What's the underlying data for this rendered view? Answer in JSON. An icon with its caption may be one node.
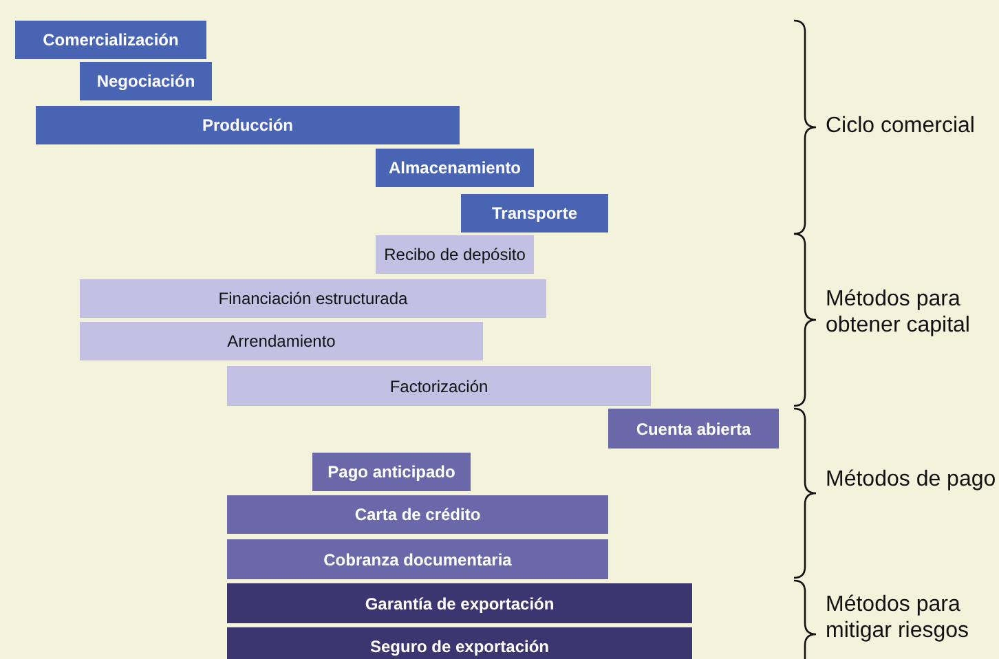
{
  "diagram": {
    "nodes": [
      {
        "text": [
          "Comercialización"
        ]
      },
      {
        "text": [
          "Negociación"
        ]
      },
      {
        "text": [
          "Producción"
        ]
      },
      {
        "text": [
          "Almacenamiento"
        ]
      },
      {
        "text": [
          "Transporte"
        ]
      },
      {
        "text": [
          "Recibo de depósito"
        ]
      },
      {
        "text": [
          "Financiación estructurada"
        ]
      },
      {
        "text": [
          "Arrendamiento"
        ]
      },
      {
        "text": [
          "Factorización"
        ]
      },
      {
        "text": [
          "Cuenta abierta"
        ]
      },
      {
        "text": [
          "Pago anticipado"
        ]
      },
      {
        "text": [
          "Carta de crédito"
        ]
      },
      {
        "text": [
          "Cobranza documentaria"
        ]
      },
      {
        "text": [
          "Garantía de exportación"
        ]
      },
      {
        "text": [
          "Seguro de exportación"
        ]
      }
    ],
    "edges": [],
    "labels": [
      "Ciclo comercial",
      "Métodos para obtener capital",
      "Métodos de pago",
      "Métodos para mitigar riesgos"
    ]
  }
}
